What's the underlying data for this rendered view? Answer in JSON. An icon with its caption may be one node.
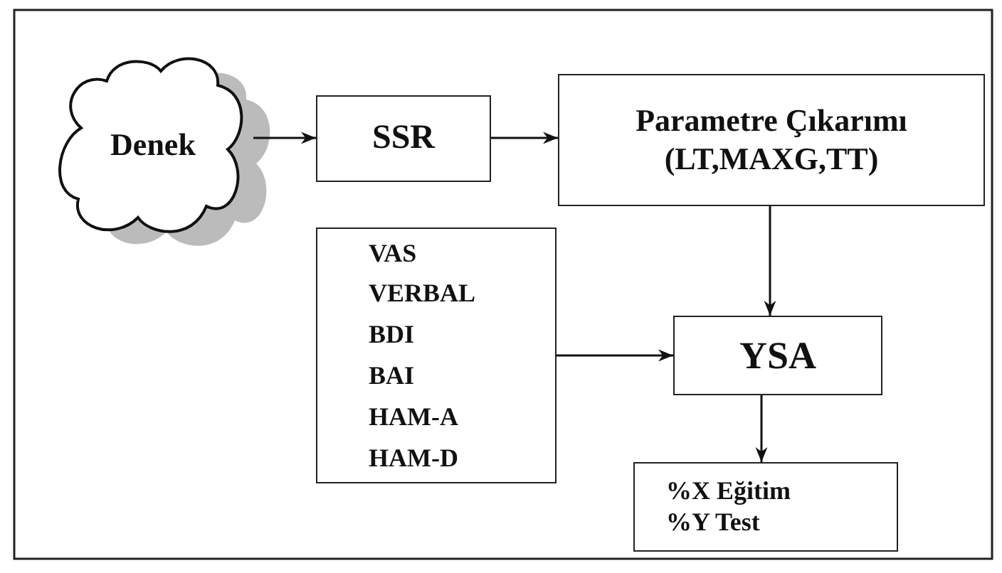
{
  "diagram": {
    "nodes": [
      {
        "text": [
          "Denek"
        ]
      },
      {
        "text": [
          "SSR"
        ]
      },
      {
        "text": [
          "Parametre Çıkarımı (LT,MAXG,TT)"
        ]
      },
      {
        "text": [
          "VAS",
          "VERBAL",
          "BDI",
          "BAI",
          "HAM-A",
          "HAM-D"
        ]
      },
      {
        "text": [
          "YSA"
        ]
      },
      {
        "text": [
          "%X Eğitim",
          "%Y Test"
        ]
      }
    ],
    "edges": [
      {
        "from": 0,
        "to": 1,
        "arrow": "to"
      },
      {
        "from": 1,
        "to": 2,
        "arrow": "to"
      },
      {
        "from": 2,
        "to": 4,
        "arrow": "to"
      },
      {
        "from": 3,
        "to": 4,
        "arrow": "to"
      },
      {
        "from": 4,
        "to": 5,
        "arrow": "to"
      }
    ]
  }
}
